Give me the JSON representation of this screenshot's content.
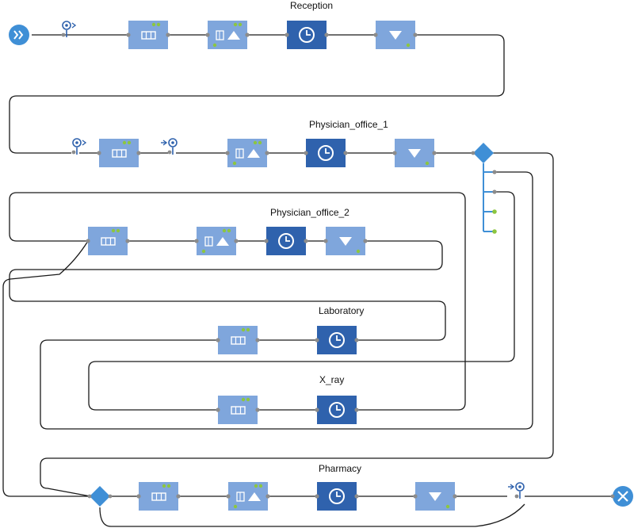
{
  "sections": {
    "reception": "Reception",
    "physician_office_1": "Physician_office_1",
    "physician_office_2": "Physician_office_2",
    "laboratory": "Laboratory",
    "x_ray": "X_ray",
    "pharmacy": "Pharmacy"
  },
  "colors": {
    "block_light": "#7fa6dc",
    "block_dark": "#2f62ad",
    "diamond": "#3f8fd6",
    "connector": "#1a1a1a",
    "port": "#8c8c8c",
    "port_active": "#8cc63f",
    "source_sink": "#3f8fd6"
  },
  "blocks": [
    {
      "kind": "source",
      "icon": "source-arrow-icon"
    },
    {
      "kind": "seize",
      "icon": "seize-resource-icon"
    },
    {
      "kind": "queue",
      "icon": "queue-icon"
    },
    {
      "kind": "seize-delay",
      "icon": "seize-triangle-icon"
    },
    {
      "kind": "delay",
      "icon": "clock-icon"
    },
    {
      "kind": "release",
      "icon": "release-triangle-icon"
    },
    {
      "kind": "selectOutput",
      "icon": "diamond-icon"
    },
    {
      "kind": "sink",
      "icon": "sink-x-icon"
    }
  ]
}
